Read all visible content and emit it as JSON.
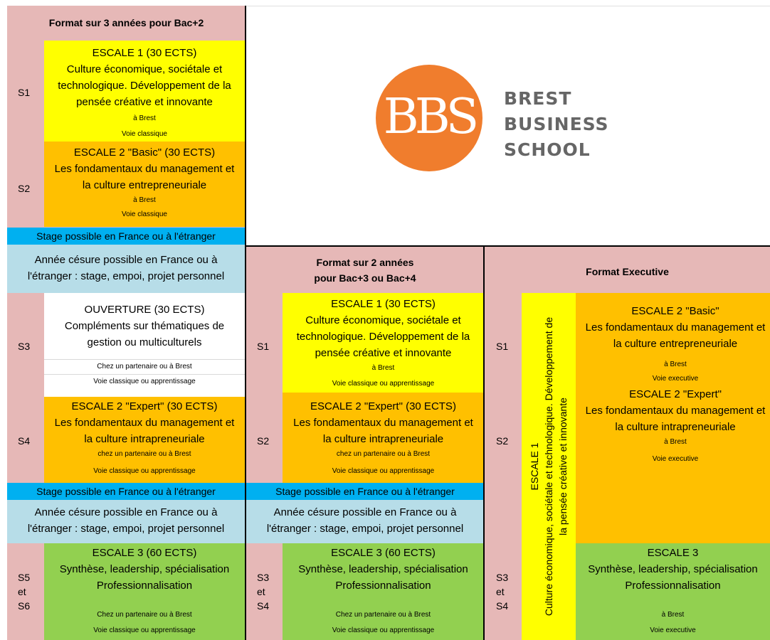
{
  "col1": {
    "header": "Format sur 3 années pour Bac+2",
    "s1": {
      "sem": "S1",
      "title": "ESCALE 1 (30 ECTS)",
      "line1": "Culture économique, sociétale et",
      "line2": "technologique. Développement de la",
      "line3": "pensée créative et innovante",
      "place": "à Brest",
      "track": "Voie classique"
    },
    "s2": {
      "sem": "S2",
      "title": "ESCALE 2 \"Basic\" (30 ECTS)",
      "line1": "Les fondamentaux du management et",
      "line2": "la culture entrepreneuriale",
      "place": "à Brest",
      "track": "Voie classique"
    },
    "stage1": "Stage possible en France ou à l'étranger",
    "cesure1": {
      "line1": "Année césure possible en France ou à",
      "line2": "l'étranger : stage, empoi, projet personnel"
    },
    "s3": {
      "sem": "S3",
      "title": "OUVERTURE (30 ECTS)",
      "line1": "Compléments sur thématiques de",
      "line2": "gestion ou multiculturels",
      "place": "Chez un partenaire ou à Brest",
      "track": "Voie classique ou apprentissage"
    },
    "s4": {
      "sem": "S4",
      "title": "ESCALE 2 \"Expert\" (30 ECTS)",
      "line1": "Les fondamentaux du management et",
      "line2": "la culture intrapreneuriale",
      "place": "chez un partenaire ou à Brest",
      "track": "Voie classique ou apprentissage"
    },
    "stage2": "Stage possible en France ou à l'étranger",
    "cesure2": {
      "line1": "Année césure possible en France ou à",
      "line2": "l'étranger : stage, empoi, projet personnel"
    },
    "s56": {
      "sem1": "S5",
      "sem2": "et",
      "sem3": "S6",
      "title": "ESCALE 3 (60 ECTS)",
      "line1": "Synthèse, leadership, spécialisation",
      "line2": "Professionnalisation",
      "place": "Chez un partenaire ou à Brest",
      "track": "Voie classique ou apprentissage"
    }
  },
  "logo": {
    "mark": "BBS",
    "line1": "BREST",
    "line2": "BUSINESS",
    "line3": "SCHOOL",
    "brand_color": "#f07d2d"
  },
  "col2": {
    "header_line1": "Format sur 2 années",
    "header_line2": "pour Bac+3 ou Bac+4",
    "s1": {
      "sem": "S1",
      "title": "ESCALE 1 (30 ECTS)",
      "line1": "Culture économique, sociétale et",
      "line2": "technologique. Développement de la",
      "line3": "pensée créative et innovante",
      "place": "à Brest",
      "track": "Voie classique ou apprentissage"
    },
    "s2": {
      "sem": "S2",
      "title": "ESCALE 2 \"Expert\" (30 ECTS)",
      "line1": "Les fondamentaux du management et",
      "line2": "la culture intrapreneuriale",
      "place": "chez un partenaire ou à Brest",
      "track": "Voie classique ou apprentissage"
    },
    "stage": "Stage possible en France ou à l'étranger",
    "cesure": {
      "line1": "Année césure possible en France ou à",
      "line2": "l'étranger : stage, empoi, projet personnel"
    },
    "s34": {
      "sem1": "S3",
      "sem2": "et",
      "sem3": "S4",
      "title": "ESCALE 3 (60 ECTS)",
      "line1": "Synthèse, leadership, spécialisation",
      "line2": "Professionnalisation",
      "place": "Chez un partenaire ou à Brest",
      "track": "Voie classique ou apprentissage"
    }
  },
  "col3": {
    "header": "Format Executive",
    "escale1_vertical": {
      "line1": "ESCALE 1",
      "line2": "Culture économique, sociétale et technologique. Développement de",
      "line3": "la pensée créative et innovante"
    },
    "s1": {
      "sem": "S1",
      "title": "ESCALE 2 \"Basic\"",
      "line1": "Les fondamentaux du management et",
      "line2": "la culture entrepreneuriale",
      "place": "à Brest",
      "track": "Voie executive"
    },
    "s2": {
      "sem": "S2",
      "title": "ESCALE 2 \"Expert\"",
      "line1": "Les fondamentaux du management et",
      "line2": "la culture intrapreneuriale",
      "place": "à Brest",
      "track": "Voie executive"
    },
    "s34": {
      "sem1": "S3",
      "sem2": "et",
      "sem3": "S4",
      "title": "ESCALE 3",
      "line1": "Synthèse, leadership, spécialisation",
      "line2": "Professionnalisation",
      "place": "à Brest",
      "track": "Voie executive"
    }
  }
}
